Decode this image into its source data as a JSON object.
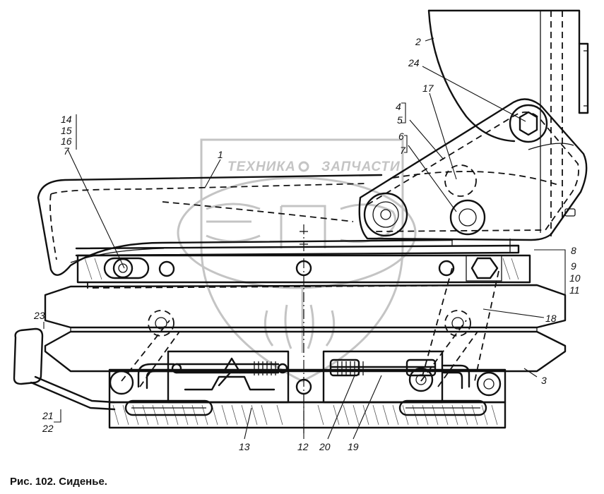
{
  "caption": "Рис. 102. Сиденье.",
  "watermark": {
    "left_word": "ТЕХНИКА",
    "right_word": "ЗАПЧАСТИ",
    "letters": "ЭПЭ",
    "color": "#c4c4c4"
  },
  "labels": {
    "l1": "1",
    "l2": "2",
    "l3": "3",
    "l4": "4",
    "l5": "5",
    "l6": "6",
    "l7a": "7",
    "l7b": "7",
    "l8": "8",
    "l9": "9",
    "l10": "10",
    "l11": "11",
    "l12": "12",
    "l13": "13",
    "l14": "14",
    "l15": "15",
    "l16": "16",
    "l17": "17",
    "l18": "18",
    "l19": "19",
    "l20": "20",
    "l21": "21",
    "l22": "22",
    "l23": "23",
    "l24": "24"
  }
}
